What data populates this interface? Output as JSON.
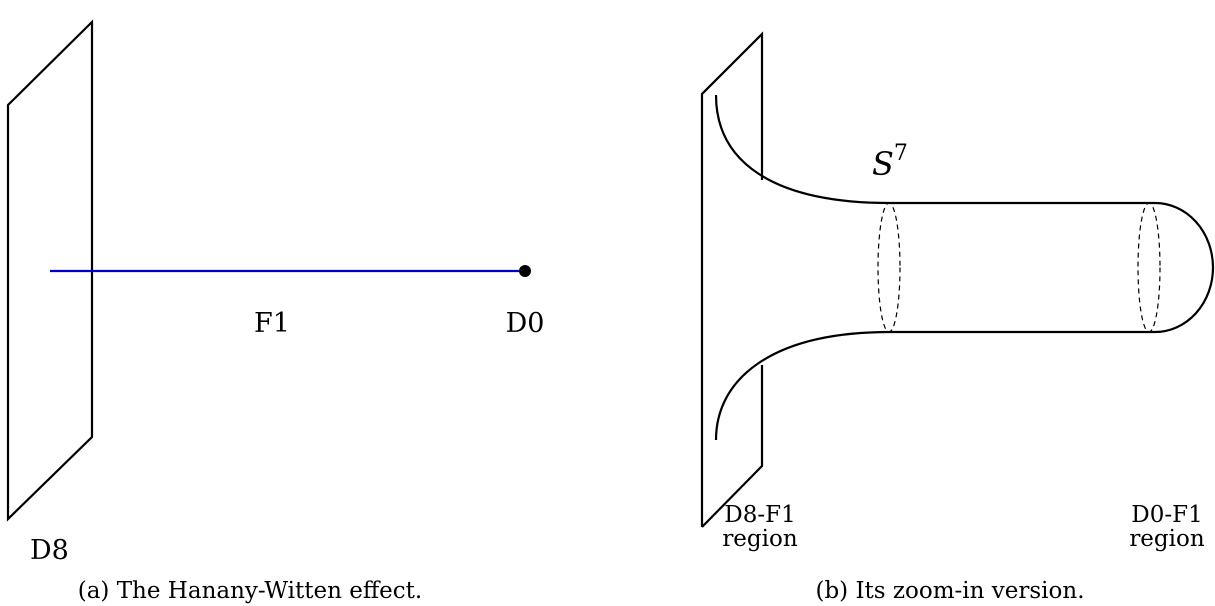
{
  "panel_a": {
    "labels": {
      "d8": "D8",
      "f1": "F1",
      "d0": "D0"
    },
    "caption": "(a) The Hanany-Witten effect.",
    "colors": {
      "string": "#0000cc",
      "outline": "#000000"
    }
  },
  "panel_b": {
    "sphere_label": {
      "base": "S",
      "sup": "7"
    },
    "left_region": [
      "D8-F1",
      "region"
    ],
    "right_region": [
      "D0-F1",
      "region"
    ],
    "caption": "(b) Its zoom-in version."
  }
}
